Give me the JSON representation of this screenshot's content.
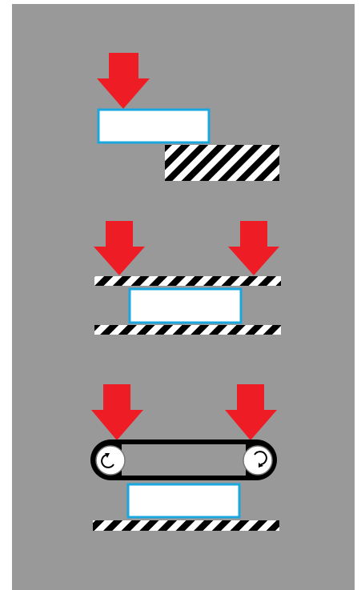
{
  "colors": {
    "background": "#999999",
    "arrow": "#ee1c24",
    "part_fill": "#ffffff",
    "part_outline": "#1aa7e0",
    "hatch_dark": "#000000",
    "hatch_light": "#ffffff",
    "belt": "#000000"
  },
  "icons": {
    "press_arrow": "red-down-arrow-icon",
    "rotation": "rotation-arrow-icon"
  },
  "panels": [
    {
      "name": "single-push-off-edge",
      "arrows": 1,
      "parts": 1,
      "hatched_plates": 1
    },
    {
      "name": "double-press-between-plates",
      "arrows": 2,
      "parts": 1,
      "hatched_plates": 2
    },
    {
      "name": "belt-press-with-rollers",
      "arrows": 2,
      "parts": 1,
      "hatched_plates": 1,
      "rollers": 2
    }
  ]
}
